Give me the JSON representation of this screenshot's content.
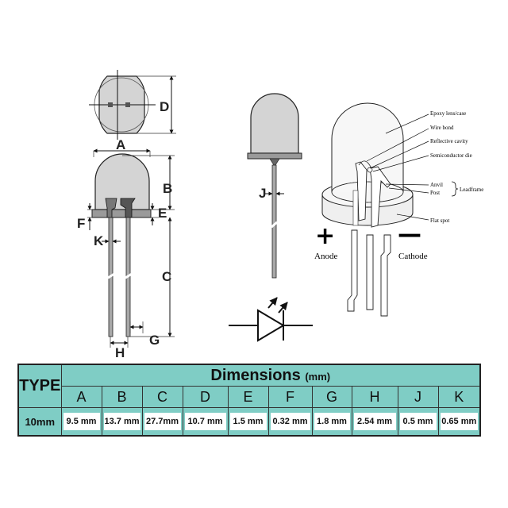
{
  "dimension_labels": {
    "A": "A",
    "B": "B",
    "C": "C",
    "D": "D",
    "E": "E",
    "F": "F",
    "G": "G",
    "H": "H",
    "J": "J",
    "K": "K"
  },
  "callouts": {
    "epoxy": "Epoxy lens/case",
    "wire_bond": "Wire bond",
    "reflective_cavity": "Reflective cavity",
    "semiconductor_die": "Semiconductor die",
    "anvil": "Anvil",
    "post": "Post",
    "leadframe": "Leadframe",
    "flat_spot": "Flat spot"
  },
  "polarity": {
    "plus": "+",
    "minus": "—",
    "anode": "Anode",
    "cathode": "Cathode"
  },
  "table": {
    "type_header": "TYPE",
    "dims_title": "Dimensions",
    "dims_unit": "(mm)",
    "columns": [
      "A",
      "B",
      "C",
      "D",
      "E",
      "F",
      "G",
      "H",
      "J",
      "K"
    ],
    "type_value": "10mm",
    "values": [
      "9.5 mm",
      "13.7 mm",
      "27.7mm",
      "10.7 mm",
      "1.5 mm",
      "0.32 mm",
      "1.8 mm",
      "2.54 mm",
      "0.5 mm",
      "0.65 mm"
    ]
  },
  "colors": {
    "header_fill": "#7fcdc5",
    "body_fill": "#d4d4d4",
    "rim_fill": "#9a9a9a",
    "lead_fill": "#a8a8a8"
  }
}
